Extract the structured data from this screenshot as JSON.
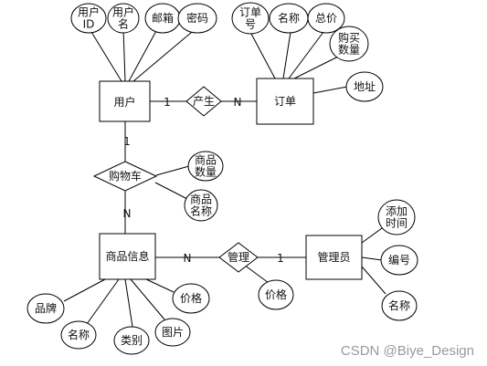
{
  "entities": {
    "user": "用户",
    "order": "订单",
    "product": "商品信息",
    "admin": "管理员"
  },
  "relationships": {
    "produce": "产生",
    "cart": "购物车",
    "manage": "管理"
  },
  "cardinality": {
    "user_produce": "1",
    "produce_order": "N",
    "user_cart": "1",
    "cart_product": "N",
    "product_manage": "N",
    "manage_admin": "1"
  },
  "attributes": {
    "user_id": [
      "用户",
      "ID"
    ],
    "user_name": [
      "用户",
      "名"
    ],
    "user_email": [
      "邮箱"
    ],
    "user_password": [
      "密码"
    ],
    "order_no": [
      "订单",
      "号"
    ],
    "order_name": [
      "名称"
    ],
    "order_total": [
      "总价"
    ],
    "order_qty": [
      "购买",
      "数量"
    ],
    "order_address": [
      "地址"
    ],
    "cart_qty": [
      "商品",
      "数量"
    ],
    "cart_name": [
      "商品",
      "名称"
    ],
    "product_brand": [
      "品牌"
    ],
    "product_name": [
      "名称"
    ],
    "product_category": [
      "类别"
    ],
    "product_image": [
      "图片"
    ],
    "product_price": [
      "价格"
    ],
    "manage_price": [
      "价格"
    ],
    "admin_added": [
      "添加",
      "时间"
    ],
    "admin_no": [
      "编号"
    ],
    "admin_name": [
      "名称"
    ]
  },
  "watermark": "CSDN @Biye_Design"
}
